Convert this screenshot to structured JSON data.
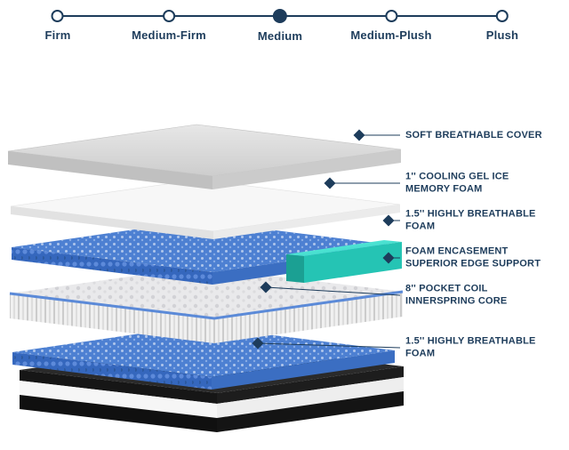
{
  "colors": {
    "navy": "#1d3c5b",
    "teal": "#2ed0c0",
    "blue_foam": "#4d80d2",
    "cover_gray": "#d6d6d6",
    "base_black": "#141414",
    "white": "#ffffff"
  },
  "firmness_scale": {
    "options": [
      {
        "label": "Firm",
        "selected": false
      },
      {
        "label": "Medium-Firm",
        "selected": false
      },
      {
        "label": "Medium",
        "selected": true
      },
      {
        "label": "Medium-Plush",
        "selected": false
      },
      {
        "label": "Plush",
        "selected": false
      }
    ]
  },
  "layer_labels": [
    {
      "line1": "SOFT BREATHABLE COVER",
      "line2": ""
    },
    {
      "line1": "1'' COOLING GEL ICE",
      "line2": "MEMORY FOAM"
    },
    {
      "line1": "1.5'' HIGHLY BREATHABLE",
      "line2": "FOAM"
    },
    {
      "line1": "FOAM ENCASEMENT",
      "line2": "SUPERIOR EDGE SUPPORT"
    },
    {
      "line1": "8'' POCKET COIL",
      "line2": "INNERSPRING CORE"
    },
    {
      "line1": "1.5'' HIGHLY BREATHABLE",
      "line2": "FOAM"
    }
  ]
}
